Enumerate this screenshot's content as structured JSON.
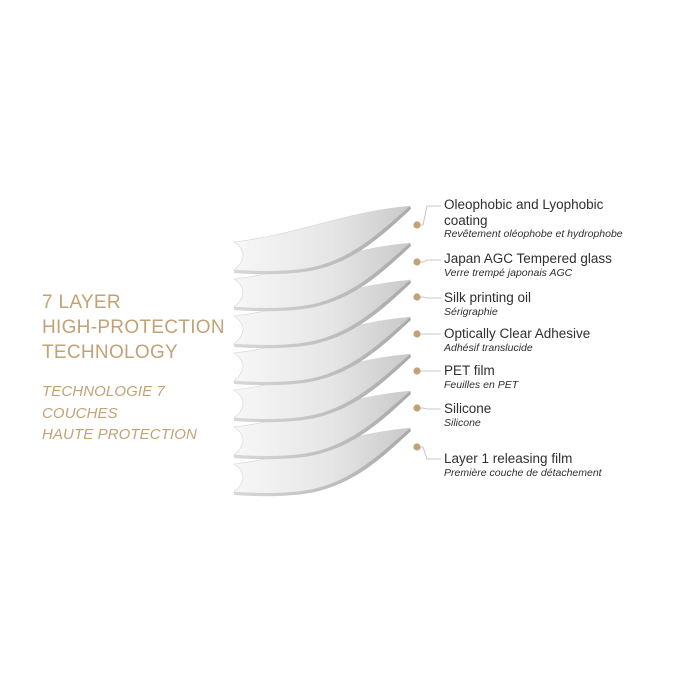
{
  "colors": {
    "gold": "#c2a276",
    "text": "#2f2f2f",
    "layer_light": "#f4f4f4",
    "layer_dark": "#c9c9c9"
  },
  "heading": {
    "lines": [
      "7 LAYER",
      "HIGH-PROTECTION",
      "TECHNOLOGY"
    ]
  },
  "subheading": {
    "lines": [
      "TECHNOLOGIE 7",
      "COUCHES",
      "HAUTE PROTECTION"
    ]
  },
  "layers": [
    {
      "en_lines": [
        "Oleophobic and Lyophobic",
        "coating"
      ],
      "fr": "Revêtement oléophobe et hydrophobe"
    },
    {
      "en_lines": [
        "Japan AGC Tempered glass"
      ],
      "fr": "Verre trempé japonais AGC"
    },
    {
      "en_lines": [
        "Silk printing oil"
      ],
      "fr": "Sérigraphie"
    },
    {
      "en_lines": [
        "Optically Clear Adhesive"
      ],
      "fr": "Adhésif translucide"
    },
    {
      "en_lines": [
        "PET film"
      ],
      "fr": "Feuilles en PET"
    },
    {
      "en_lines": [
        "Silicone"
      ],
      "fr": "Silicone"
    },
    {
      "en_lines": [
        "Layer 1 releasing film"
      ],
      "fr": "Première couche de détachement"
    }
  ]
}
